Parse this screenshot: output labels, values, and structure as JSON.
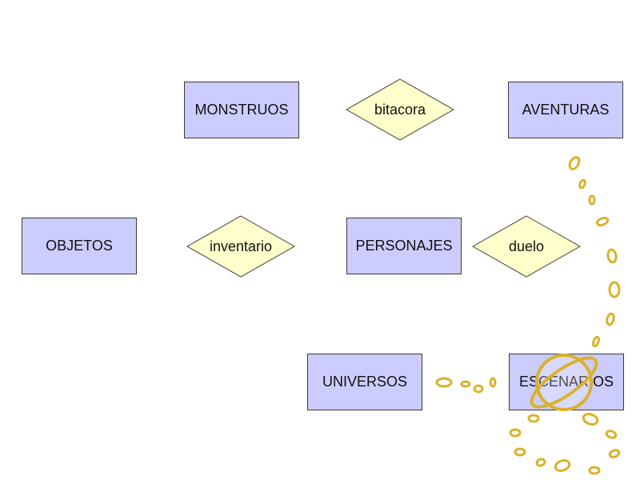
{
  "diagram": {
    "entities": {
      "monstruos": "MONSTRUOS",
      "aventuras": "AVENTURAS",
      "objetos": "OBJETOS",
      "personajes": "PERSONAJES",
      "universos": "UNIVERSOS",
      "escenarios": "ESCENARIOS"
    },
    "relationships": {
      "bitacora": "bitacora",
      "inventario": "inventario",
      "duelo": "duelo"
    },
    "colors": {
      "entity_fill": "#ccccff",
      "relationship_fill": "#ffffcc",
      "outline": "#3b3b3b",
      "decoration": "#d9b22a"
    }
  }
}
